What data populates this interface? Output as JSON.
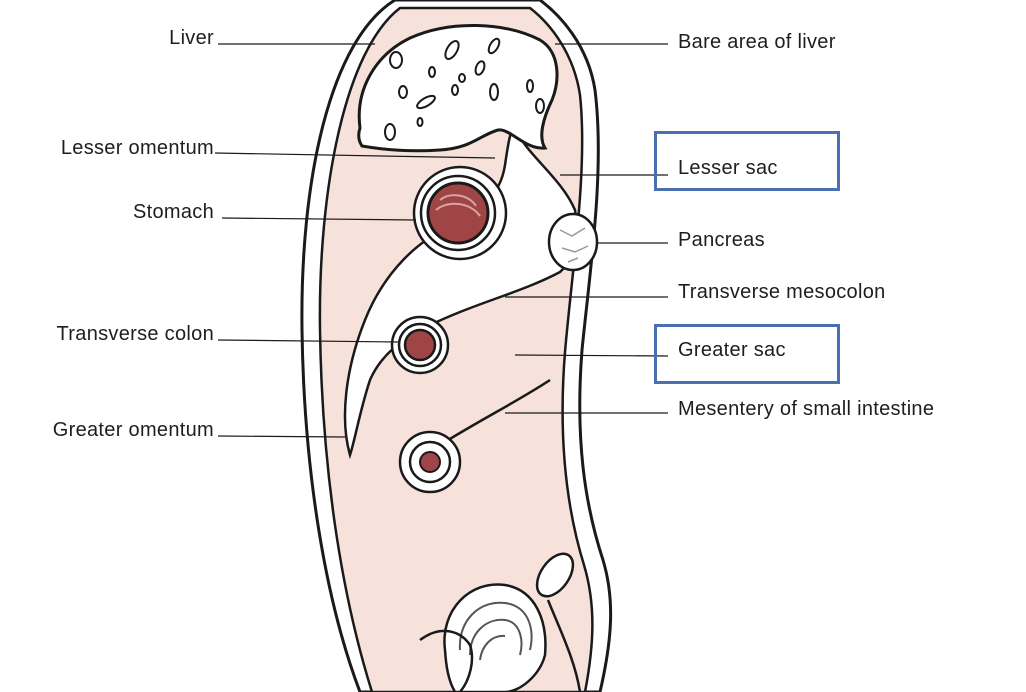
{
  "colors": {
    "peritoneum_fill": "#f6e2db",
    "outline": "#1a1a1a",
    "lumen": "#a04545",
    "highlight_box": "#4a6fb3"
  },
  "labels": {
    "left": [
      "Liver",
      "Lesser omentum",
      "Stomach",
      "Transverse colon",
      "Greater omentum"
    ],
    "right": [
      "Bare area of liver",
      "Lesser sac",
      "Pancreas",
      "Transverse mesocolon",
      "Greater sac",
      "Mesentery of small intestine"
    ]
  },
  "highlighted": [
    "Lesser sac",
    "Greater sac"
  ]
}
